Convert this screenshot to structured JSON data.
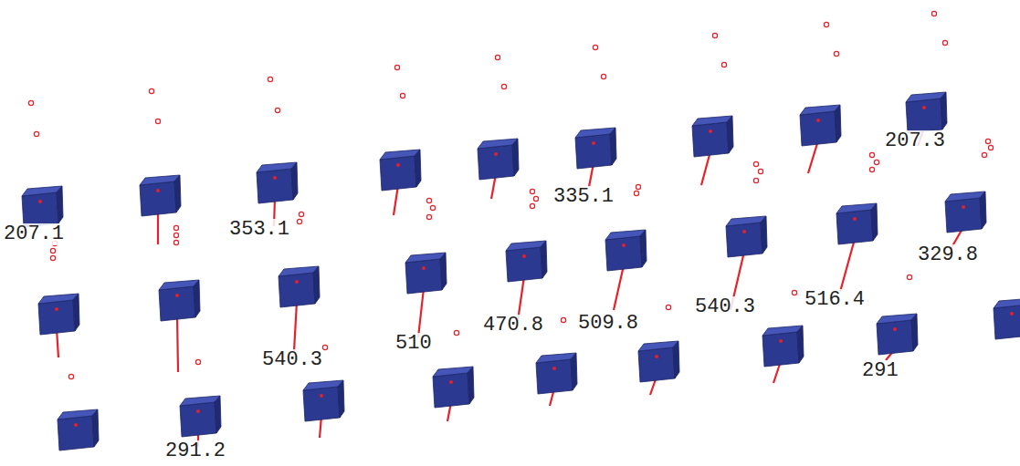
{
  "diagram": {
    "labels": [
      "207.3",
      "335.1",
      "207.1",
      "353.1",
      "329.8",
      "510",
      "470.8",
      "509.8",
      "540.3",
      "516.4",
      "540.3",
      "291",
      "291.2"
    ]
  }
}
